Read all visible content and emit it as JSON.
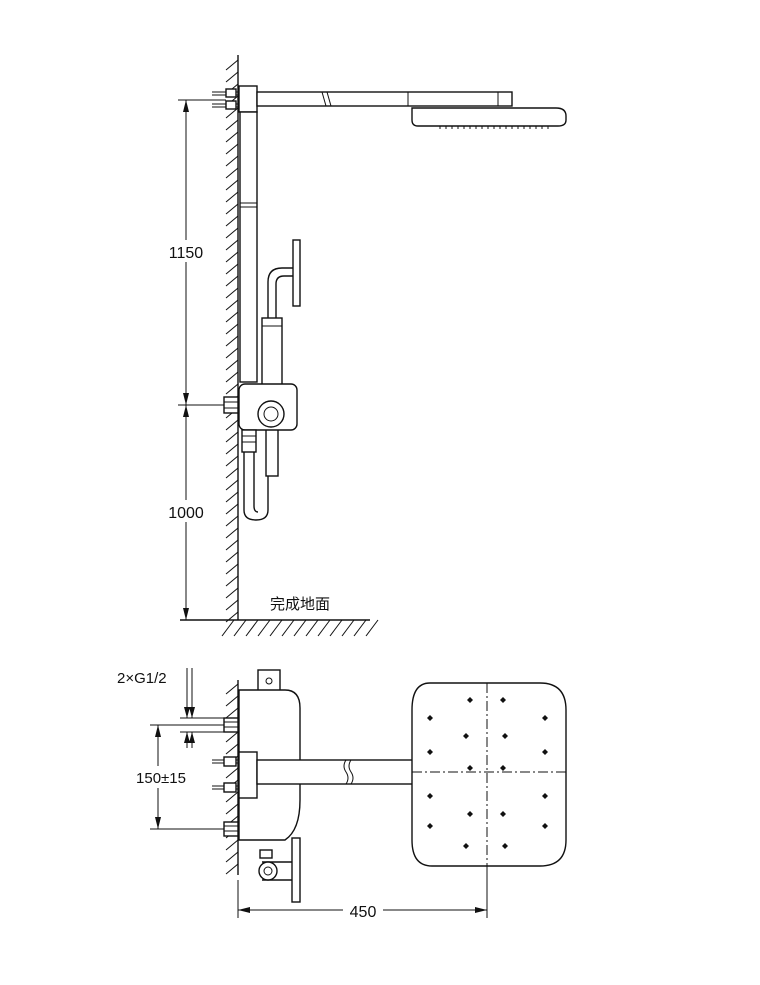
{
  "side_view": {
    "dimension_upper": "1150",
    "dimension_lower": "1000",
    "floor_label": "完成地面"
  },
  "plan_view": {
    "inlet_label": "2×G1/2",
    "inlet_spacing": "150±15",
    "arm_length": "450"
  }
}
